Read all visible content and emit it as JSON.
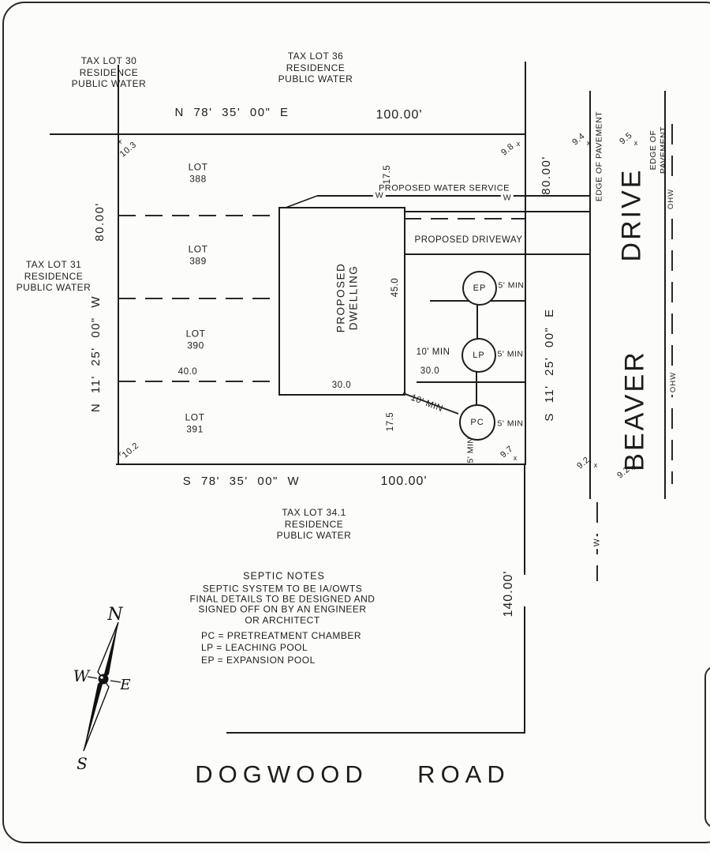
{
  "page": {
    "background": "#fcfcfa",
    "ink": "#1d1d1d"
  },
  "adjacent_lots": {
    "northwest": "TAX LOT 30\nRESIDENCE\nPUBLIC WATER",
    "north": "TAX LOT 36\nRESIDENCE\nPUBLIC WATER",
    "west": "TAX LOT 31\nRESIDENCE\nPUBLIC WATER",
    "south": "TAX LOT 34.1\nRESIDENCE\nPUBLIC WATER"
  },
  "bearings": {
    "north_line": "N 78' 35' 00\" E",
    "south_line": "S 78' 35' 00\" W",
    "west_line": "N 11' 25' 00\" W",
    "east_line": "S 11' 25' 00\" E"
  },
  "dimensions": {
    "north": "100.00'",
    "south": "100.00'",
    "west": "80.00'",
    "east": "80.00'",
    "east_road": "140.00'",
    "lot_line_west": "40.0",
    "dwelling_width": "30.0",
    "dwelling_depth": "45.0",
    "setback_front": "17.5",
    "setback_rear": "17.5"
  },
  "lots": {
    "lot_388": "LOT\n388",
    "lot_389": "LOT\n389",
    "lot_390": "LOT\n390",
    "lot_391": "LOT\n391"
  },
  "dwelling_label": "PROPOSED\nDWELLING",
  "utilities": {
    "water_service": "PROPOSED WATER SERVICE",
    "driveway": "PROPOSED DRIVEWAY",
    "water_marker": "W"
  },
  "septic": {
    "ep": "EP",
    "lp": "LP",
    "pc": "PC",
    "clearance_5": "5' MIN",
    "clearance_10": "10' MIN",
    "spacing_30": "30.0"
  },
  "roads": {
    "beaver": "BEAVER",
    "drive": "DRIVE",
    "dogwood": "DOGWOOD    ROAD",
    "edge_of_pavement": "EDGE OF PAVEMENT",
    "ohw": "OHW"
  },
  "spot_elevations": {
    "nw": "10.3",
    "ne": "9.8",
    "road_nw": "9.4",
    "road_ne": "9.5",
    "sw": "10.2",
    "se": "9.7",
    "road_sw": "9.2",
    "road_se": "9.2",
    "mark": "x"
  },
  "septic_notes": {
    "title": "SEPTIC NOTES",
    "body": "SEPTIC SYSTEM TO BE IA/OWTS\nFINAL DETAILS TO BE DESIGNED AND\nSIGNED OFF ON BY AN ENGINEER\nOR ARCHITECT",
    "legend_pc": "PC = PRETREATMENT CHAMBER",
    "legend_lp": "LP = LEACHING POOL",
    "legend_ep": "EP = EXPANSION POOL"
  },
  "compass": {
    "north": "N",
    "south": "S",
    "east": "E",
    "west": "W"
  }
}
